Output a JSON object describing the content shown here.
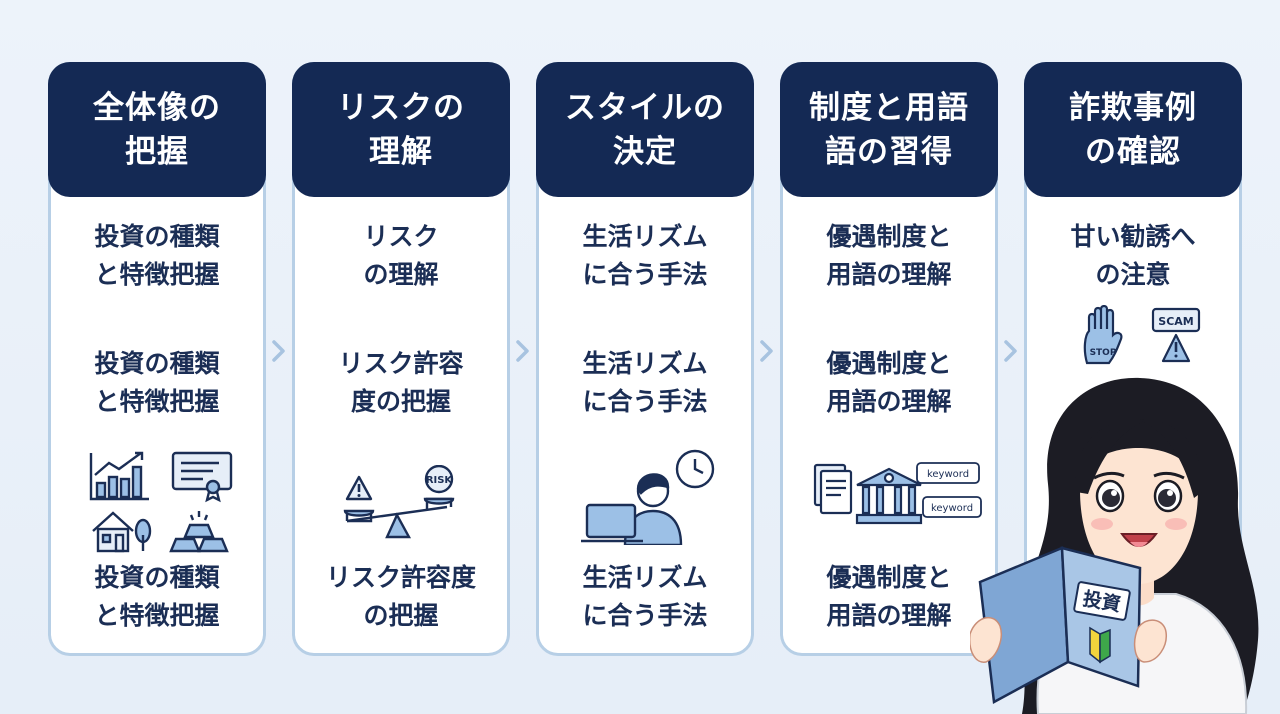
{
  "columns": [
    {
      "title": [
        "全体像の",
        "把握"
      ],
      "blocks": [
        [
          "投資の種類",
          "と特徴把握"
        ],
        [
          "投資の種類",
          "と特徴把握"
        ],
        [
          "投資の種類",
          "と特徴把握"
        ]
      ]
    },
    {
      "title": [
        "リスクの",
        "理解"
      ],
      "blocks": [
        [
          "リスク",
          "の理解"
        ],
        [
          "リスク許容",
          "度の把握"
        ],
        [
          "リスク許容度",
          "の把握"
        ]
      ]
    },
    {
      "title": [
        "スタイルの",
        "決定"
      ],
      "blocks": [
        [
          "生活リズム",
          "に合う手法"
        ],
        [
          "生活リズム",
          "に合う手法"
        ],
        [
          "生活リズム",
          "に合う手法"
        ]
      ]
    },
    {
      "title": [
        "制度と用語",
        "語の習得"
      ],
      "blocks": [
        [
          "優遇制度と",
          "用語の理解"
        ],
        [
          "優遇制度と",
          "用語の理解"
        ],
        [
          "優遇制度と",
          "用語の理解"
        ]
      ]
    },
    {
      "title": [
        "詐欺事例",
        "の確認"
      ],
      "blocks": [
        [
          "甘い勧誘へ",
          "の注意"
        ]
      ]
    }
  ],
  "icon_labels": {
    "risk": "RISK",
    "keyword": "keyword",
    "scam": "SCAM",
    "stop": "STOP",
    "book": "投資"
  },
  "colors": {
    "header": "#142954",
    "border": "#b7cfe6",
    "text": "#1b2e55",
    "arrow": "#a8c3e0"
  }
}
